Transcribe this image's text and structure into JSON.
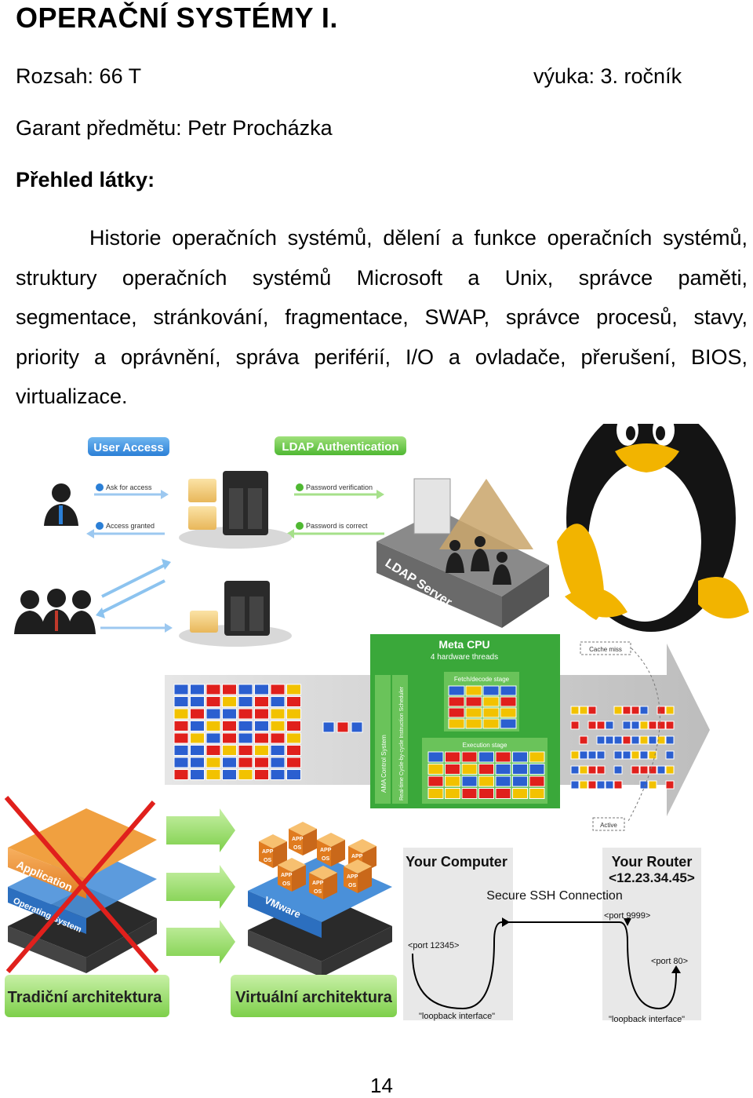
{
  "header": {
    "title": "OPERAČNÍ SYSTÉMY I.",
    "scope": "Rozsah: 66 T",
    "year": "výuka: 3. ročník",
    "guarantor": "Garant předmětu: Petr Procházka",
    "overview_heading": "Přehled látky:"
  },
  "content": {
    "paragraph": "Historie operačních systémů, dělení a funkce operačních systémů, struktury operačních systémů Microsoft a Unix, správce paměti, segmentace, stránkování, fragmentace, SWAP, správce procesů, stavy, priority a oprávnění, správa periférií, I/O a ovladače, přerušení, BIOS, virtualizace."
  },
  "ldap": {
    "user_access": "User Access",
    "ldap_auth": "LDAP Authentication",
    "ask_for_access": "Ask for access",
    "access_granted": "Access granted",
    "password_verification": "Password verification",
    "password_correct": "Password is correct",
    "server_label": "LDAP Server"
  },
  "cpu": {
    "title": "Meta CPU",
    "subtitle": "4 hardware threads",
    "fetch": "Fetch/decode stage",
    "execution": "Execution stage",
    "side1": "AMA Control System",
    "side2": "Real-time Cycle-by-cycle Instruction Scheduler",
    "cache_miss": "Cache miss",
    "active": "Active"
  },
  "virtualization": {
    "app_layer": "Application",
    "os_layer": "Operating System",
    "vmware": "VMware",
    "app": "APP",
    "os": "OS",
    "traditional": "Tradiční architektura",
    "virtual": "Virtuální architektura"
  },
  "ssh": {
    "your_computer": "Your Computer",
    "your_router": "Your Router",
    "router_ip": "<12.23.34.45>",
    "secure_ssh": "Secure SSH Connection",
    "port_9999": "<port 9999>",
    "port_12345": "<port 12345>",
    "port_80": "<port 80>",
    "loopback1": "\"loopback interface\"",
    "loopback2": "\"loopback interface\""
  },
  "footer": {
    "page_number": "14"
  },
  "colors": {
    "cpu_green": "#3aa83a",
    "red_x": "#e0201c",
    "arrow_blue": "#2b7fd6"
  }
}
